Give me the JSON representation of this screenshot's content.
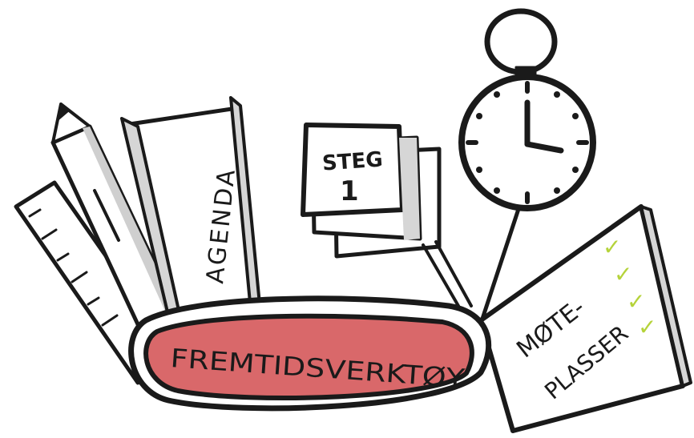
{
  "illustration": {
    "knife_label": "FREMTIDSVERKTØY",
    "book_label": "AGENDA",
    "card_line1": "STEG",
    "card_line2": "1",
    "board_line1": "MØTE-",
    "board_line2": "PLASSER",
    "check_mark": "✓"
  },
  "colors": {
    "ink": "#1a1a1a",
    "knife_fill": "#d9686a",
    "shade": "#bdbdbd",
    "check": "#b5d33a"
  },
  "icons": [
    "ruler-icon",
    "pencil-icon",
    "agenda-book-icon",
    "step-cards-icon",
    "stopwatch-icon",
    "checklist-board-icon",
    "pocket-knife-icon"
  ]
}
